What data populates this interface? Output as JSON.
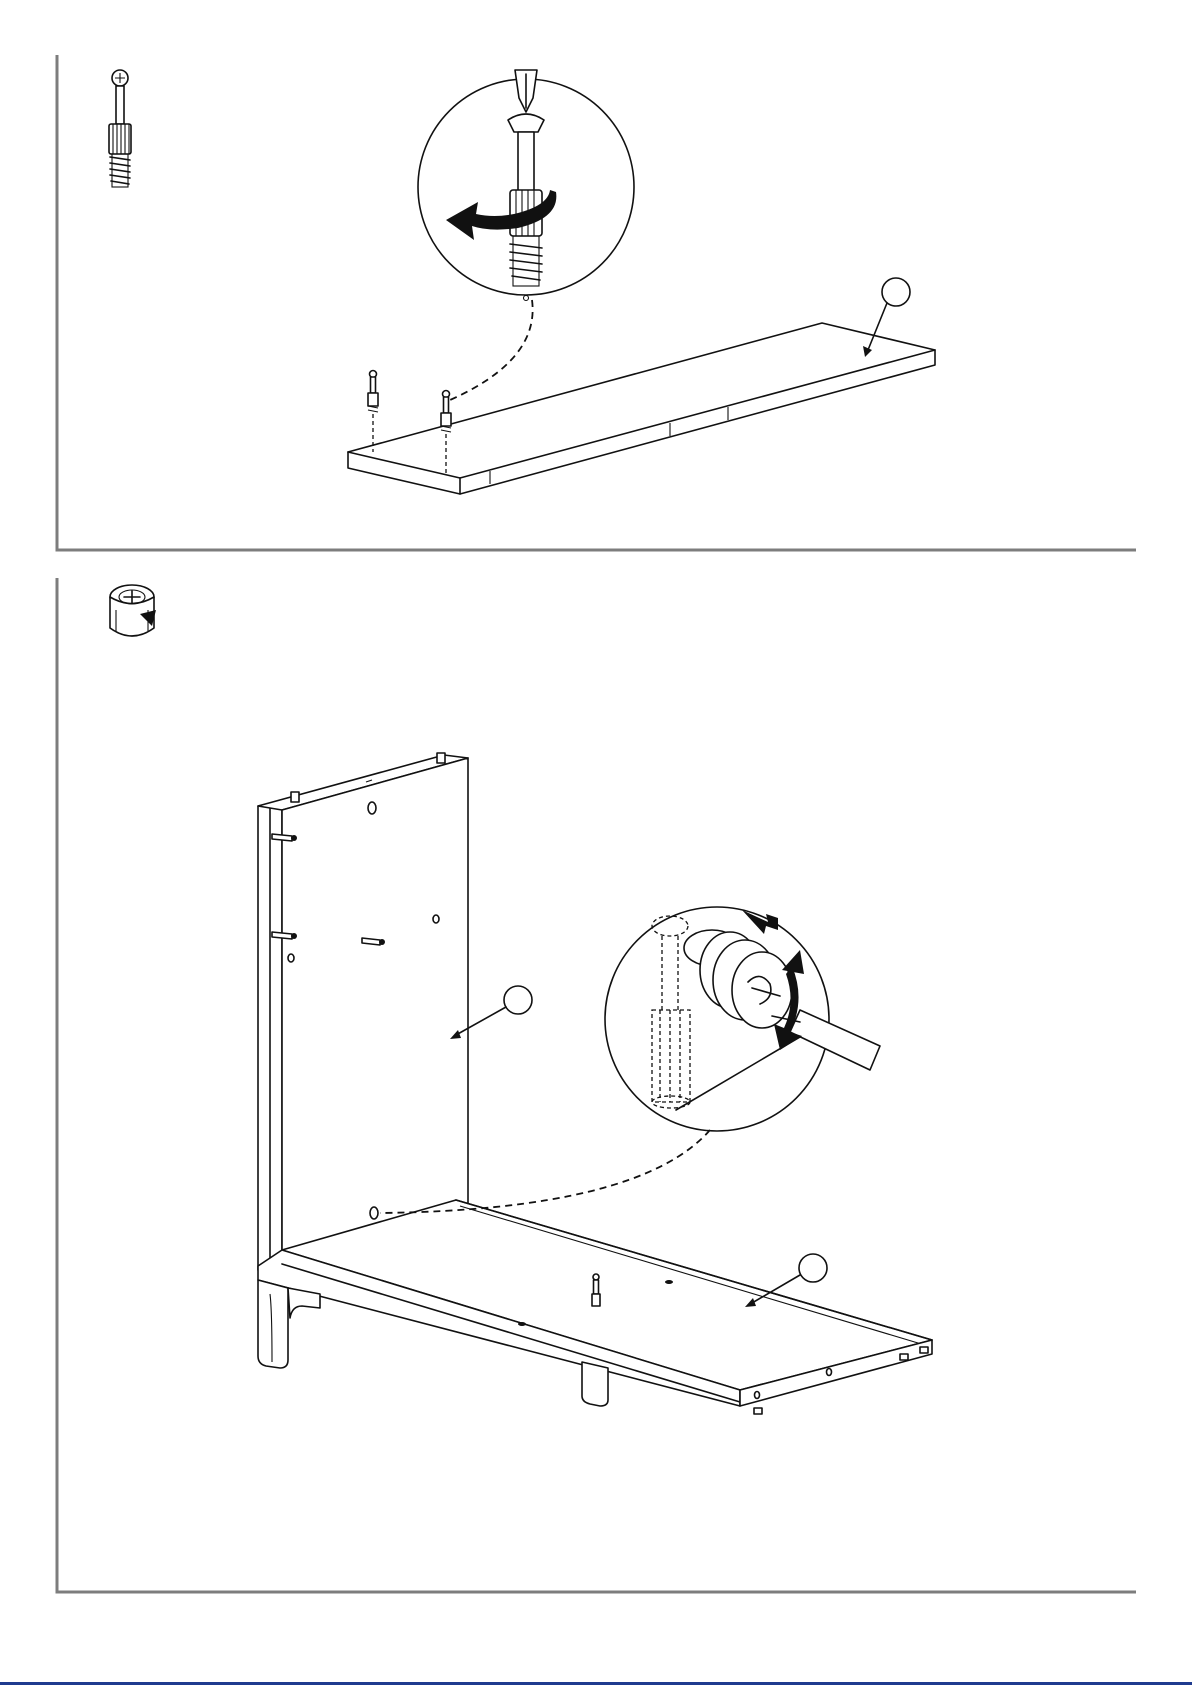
{
  "document": {
    "type": "assembly-instructions",
    "steps": [
      {
        "hardware_icon": "cam-bolt-icon",
        "illustrations": [
          "screwdriver-turning-cam-bolt-detail",
          "long-panel-with-cam-bolts"
        ],
        "callouts": [
          ""
        ]
      },
      {
        "hardware_icon": "cam-lock-icon",
        "illustrations": [
          "cam-lock-tightening-detail",
          "side-panel-joined-to-base-panel"
        ],
        "callouts": [
          "",
          ""
        ]
      }
    ],
    "colors": {
      "frame": "#7d7d7d",
      "line_art": "#111111",
      "footer_bar": "#1f3b8f"
    }
  }
}
